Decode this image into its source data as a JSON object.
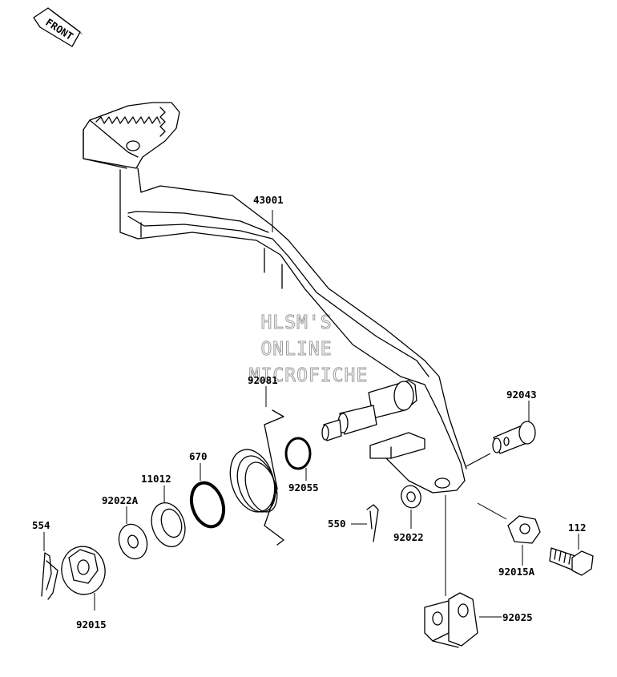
{
  "front_badge": {
    "text": "FRONT"
  },
  "watermark": {
    "lines": [
      "HLSM'S",
      "ONLINE",
      "MICROFICHE"
    ]
  },
  "parts": [
    {
      "id": "43001",
      "label": "43001",
      "name": "brake-pedal"
    },
    {
      "id": "92081",
      "label": "92081",
      "name": "return-spring"
    },
    {
      "id": "92043",
      "label": "92043",
      "name": "clevis-pin"
    },
    {
      "id": "92055",
      "label": "92055",
      "name": "o-ring"
    },
    {
      "id": "670",
      "label": "670",
      "name": "o-ring-large"
    },
    {
      "id": "11012",
      "label": "11012",
      "name": "cap-seal"
    },
    {
      "id": "92022A",
      "label": "92022A",
      "name": "washer-large"
    },
    {
      "id": "554",
      "label": "554",
      "name": "r-clip"
    },
    {
      "id": "550",
      "label": "550",
      "name": "cotter-pin"
    },
    {
      "id": "92022",
      "label": "92022",
      "name": "washer-small"
    },
    {
      "id": "112",
      "label": "112",
      "name": "hex-bolt"
    },
    {
      "id": "92015A",
      "label": "92015A",
      "name": "hex-nut"
    },
    {
      "id": "92015",
      "label": "92015",
      "name": "flange-nut"
    },
    {
      "id": "92025",
      "label": "92025",
      "name": "clevis-bracket"
    }
  ]
}
